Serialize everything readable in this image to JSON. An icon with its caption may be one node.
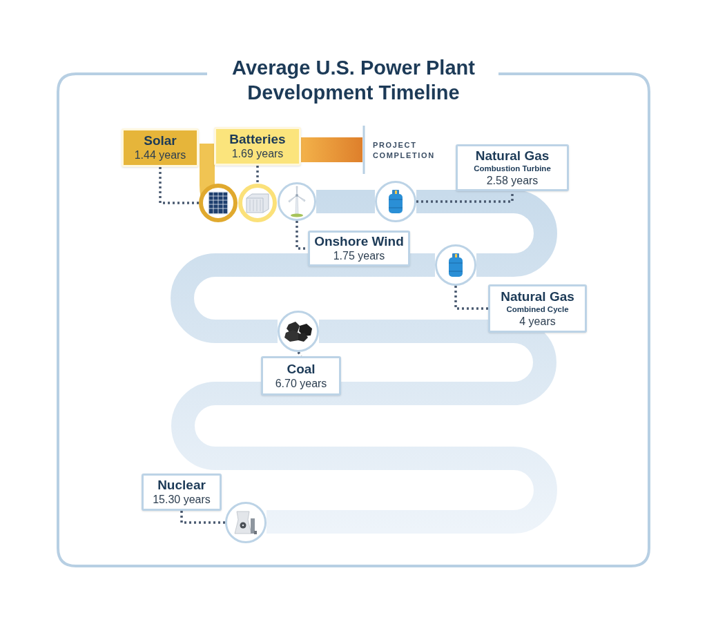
{
  "diagram": {
    "title": "Average U.S. Power Plant Development Timeline",
    "nodes": [
      {
        "text": [
          "Solar",
          "1.44 years"
        ]
      },
      {
        "text": [
          "Batteries",
          "1.69 years"
        ]
      },
      {
        "text": [
          "Onshore Wind",
          "1.75 years"
        ]
      },
      {
        "text": [
          "Natural Gas",
          "Combustion Turbine",
          "2.58 years"
        ]
      },
      {
        "text": [
          "Natural Gas",
          "Combined Cycle",
          "4 years"
        ]
      },
      {
        "text": [
          "Coal",
          "6.70 years"
        ]
      },
      {
        "text": [
          "Nuclear",
          "15.30 years"
        ]
      },
      {
        "text": [],
        "shape": "circle"
      },
      {
        "text": [],
        "shape": "circle"
      },
      {
        "text": [],
        "shape": "circle"
      },
      {
        "text": [],
        "shape": "circle"
      },
      {
        "text": [],
        "shape": "circle"
      },
      {
        "text": [],
        "shape": "circle"
      },
      {
        "text": [],
        "shape": "circle"
      }
    ],
    "edges": [
      {
        "from": 0,
        "to": 7,
        "arrow": "none",
        "style": "dashed"
      },
      {
        "from": 1,
        "to": 8,
        "arrow": "none",
        "style": "dashed"
      },
      {
        "from": 9,
        "to": 2,
        "arrow": "none",
        "style": "dashed"
      },
      {
        "from": 10,
        "to": 3,
        "arrow": "none",
        "style": "dashed"
      },
      {
        "from": 11,
        "to": 4,
        "arrow": "none",
        "style": "dashed"
      },
      {
        "from": 12,
        "to": 5,
        "arrow": "none",
        "style": "dashed"
      },
      {
        "from": 6,
        "to": 13,
        "arrow": "none",
        "style": "dashed"
      },
      {
        "from": 9,
        "to": 10,
        "arrow": "none",
        "style": "thick",
        "color": "#c8dbeb"
      },
      {
        "from": 10,
        "to": 11,
        "arrow": "none",
        "style": "thick",
        "color": "#c8dbeb"
      },
      {
        "from": 11,
        "to": 12,
        "arrow": "none",
        "style": "thick",
        "color": "#c8dbeb"
      },
      {
        "from": 12,
        "to": 13,
        "arrow": "none",
        "style": "thick",
        "color": "#c8dbeb"
      }
    ],
    "labels": [
      "PROJECT COMPLETION"
    ]
  }
}
